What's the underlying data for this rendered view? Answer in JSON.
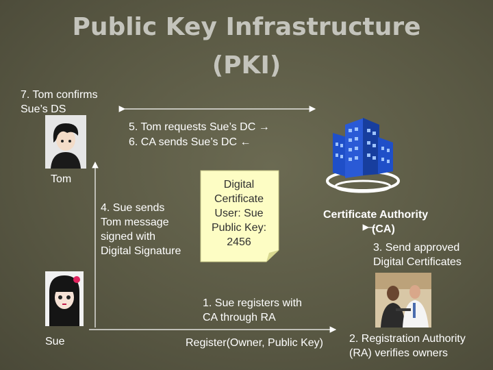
{
  "title": {
    "line1": "Public Key Infrastructure",
    "line2": "(PKI)"
  },
  "step7": [
    "7. Tom confirms",
    "Sue’s DS"
  ],
  "step5": "5. Tom requests Sue’s DC",
  "step6": "6. CA sends Sue’s DC",
  "tom_label": "Tom",
  "sue_label": "Sue",
  "step4": [
    "4. Sue sends",
    "Tom message",
    "signed with",
    "Digital Signature"
  ],
  "certificate": [
    "Digital",
    "Certificate",
    "User: Sue",
    "Public Key:",
    "2456"
  ],
  "ca_label": [
    "Certificate Authority",
    "(CA)"
  ],
  "step3": [
    "3. Send approved",
    "Digital Certificates"
  ],
  "step1": [
    "1. Sue registers with",
    "CA through RA"
  ],
  "register_call": "Register(Owner, Public Key)",
  "step2": [
    "2.  Registration Authority",
    "(RA) verifies owners"
  ],
  "colors": {
    "title": "#c4c4bc",
    "note": "#fdfdc4",
    "building": "#1f4fc8"
  }
}
